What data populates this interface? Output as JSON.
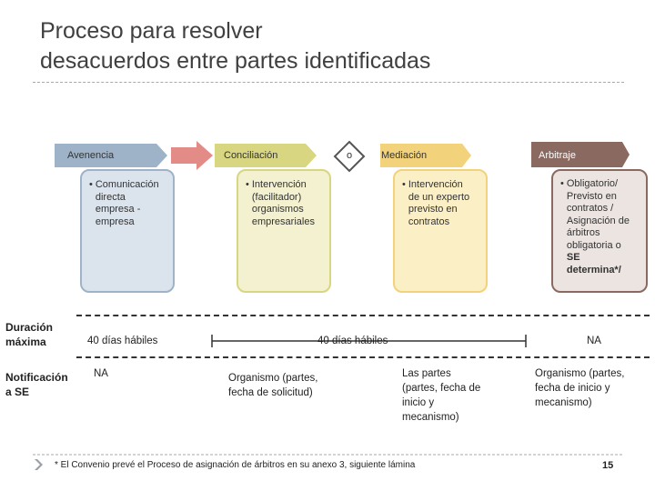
{
  "slide": {
    "title_line1": "Proceso para resolver",
    "title_line2": "desacuerdos entre partes identificadas"
  },
  "stages": [
    {
      "label": "Avenencia",
      "lines": [
        "Comunicación",
        "directa",
        "empresa -",
        "empresa"
      ],
      "color": "#8aa3bd",
      "fill": "#dbe3ec"
    },
    {
      "label": "Conciliación",
      "lines": [
        "Intervención",
        "(facilitador)",
        "organismos",
        "empresariales"
      ],
      "color": "#d7d37a",
      "fill": "#f3f1cf"
    },
    {
      "label": "Mediación",
      "lines": [
        "Intervención",
        "de un experto",
        "previsto en",
        "contratos"
      ],
      "color": "#f0cf6a",
      "fill": "#fbefc6"
    },
    {
      "label": "Arbitraje",
      "lines": [
        "Obligatorio/",
        "Previsto en",
        "contratos /",
        "Asignación de",
        "árbitros",
        "obligatoria o",
        "SE",
        "determina*/"
      ],
      "color": "#8c6f67",
      "fill": "#ebe4e1"
    }
  ],
  "connector_symbol": "o",
  "rows": {
    "duracion": {
      "label_line1": "Duración",
      "label_line2": "máxima",
      "avenencia": "40 días hábiles",
      "conciliacion_mediacion": "40 días hábiles",
      "arbitraje": "NA"
    },
    "notificacion": {
      "label_line1": "Notificación",
      "label_line2": "a SE",
      "avenencia": "NA",
      "conciliacion": [
        "Organismo (partes,",
        "fecha de solicitud)"
      ],
      "mediacion": [
        "Las partes",
        "(partes, fecha de",
        "inicio y",
        "mecanismo)"
      ],
      "arbitraje": [
        "Organismo (partes,",
        "fecha de inicio y",
        "mecanismo)"
      ]
    }
  },
  "footer": {
    "footnote": "* El Convenio prevé el Proceso de asignación de árbitros en su anexo 3, siguiente lámina",
    "page_number": "15"
  },
  "colors": {
    "blue_arrow": "#9fb3c8",
    "red_arrow": "#e38b86",
    "yellow_green": "#d8d680",
    "yellow": "#f2d27a",
    "brown": "#8a6a60"
  }
}
